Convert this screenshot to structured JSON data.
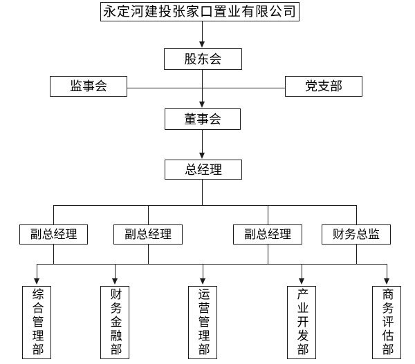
{
  "diagram": {
    "type": "organization-chart",
    "direction": "top-down",
    "title": "永定河建投张家口置业有限公司",
    "nodes": {
      "company": "永定河建投张家口置业有限公司",
      "shareholders_meeting": "股东会",
      "supervisory_board": "监事会",
      "party_branch": "党支部",
      "board_of_directors": "董事会",
      "general_manager": "总经理",
      "deputy_gm_1": "副总经理",
      "deputy_gm_2": "副总经理",
      "deputy_gm_3": "副总经理",
      "finance_director": "财务总监",
      "dept_general_admin": "综合管理部",
      "dept_finance": "财务金融部",
      "dept_operations": "运营管理部",
      "dept_industry_dev": "产业开发部",
      "dept_business_eval": "商务评估部"
    },
    "edges": [
      {
        "from": "company",
        "to": "shareholders_meeting",
        "style": "arrow"
      },
      {
        "from": "supervisory_board",
        "to": "party_branch",
        "style": "line"
      },
      {
        "from": "shareholders_meeting",
        "to": "board_of_directors",
        "style": "arrow"
      },
      {
        "from": "board_of_directors",
        "to": "general_manager",
        "style": "arrow"
      },
      {
        "from": "general_manager",
        "to": "deputy_gm_1",
        "style": "line"
      },
      {
        "from": "general_manager",
        "to": "deputy_gm_2",
        "style": "line"
      },
      {
        "from": "general_manager",
        "to": "deputy_gm_3",
        "style": "line"
      },
      {
        "from": "general_manager",
        "to": "finance_director",
        "style": "line"
      },
      {
        "from": "management_bus",
        "to": "dept_general_admin",
        "style": "arrow"
      },
      {
        "from": "management_bus",
        "to": "dept_finance",
        "style": "arrow"
      },
      {
        "from": "management_bus",
        "to": "dept_operations",
        "style": "arrow"
      },
      {
        "from": "management_bus",
        "to": "dept_industry_dev",
        "style": "arrow"
      },
      {
        "from": "management_bus",
        "to": "dept_business_eval",
        "style": "arrow"
      }
    ],
    "colors": {
      "background": "#ffffff",
      "line": "#1c1c1c",
      "box_border": "#1c1c1c",
      "box_background": "#ffffff",
      "text": "#000000"
    }
  }
}
